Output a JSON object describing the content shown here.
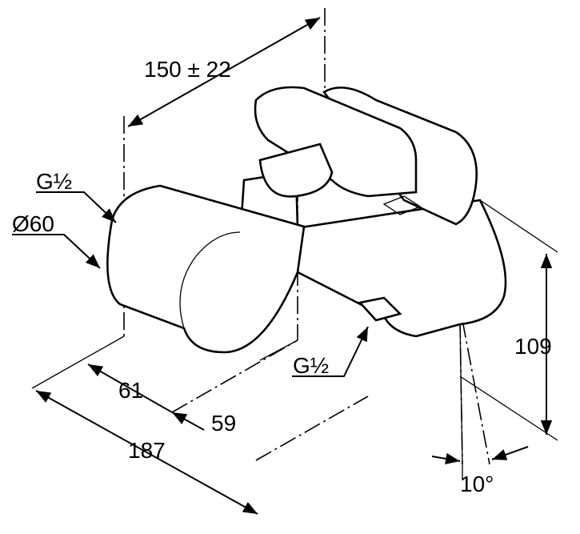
{
  "title": "Bath mixer dimension drawing",
  "dimensions": {
    "projection": "150 ± 22",
    "inlet_thread_top": "G½",
    "cover_diameter": "Ø60",
    "outlet_thread": "G½",
    "height": "109",
    "depth_inlet": "61",
    "depth_outlet": "59",
    "overall_depth": "187",
    "angle": "10°"
  }
}
